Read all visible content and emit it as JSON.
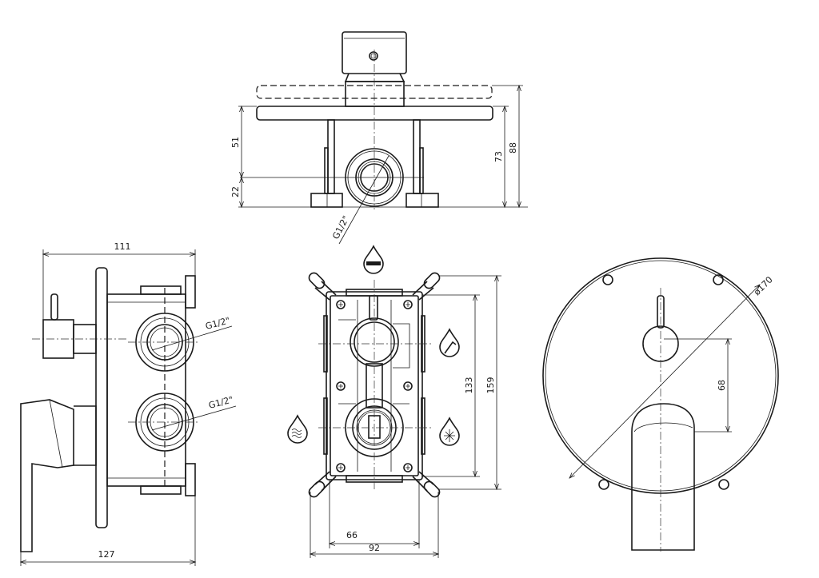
{
  "title": "Concealed shower mixer technical drawing",
  "top_view": {
    "dim_51": "51",
    "dim_22": "22",
    "dim_73": "73",
    "dim_88": "88",
    "thread": "G1/2\""
  },
  "side_view": {
    "dim_111": "111",
    "dim_127": "127",
    "thread_upper": "G1/2\"",
    "thread_lower": "G1/2\""
  },
  "front_view": {
    "dim_133": "133",
    "dim_159": "159",
    "dim_66": "66",
    "dim_92": "92",
    "icons": [
      "shower-head-icon",
      "hand-shower-icon",
      "hot-water-icon",
      "cold-water-icon"
    ]
  },
  "plate_view": {
    "dim_68": "68",
    "dim_diameter": "ø170"
  },
  "colors": {
    "line": "#1a1a1a",
    "background": "#ffffff"
  }
}
